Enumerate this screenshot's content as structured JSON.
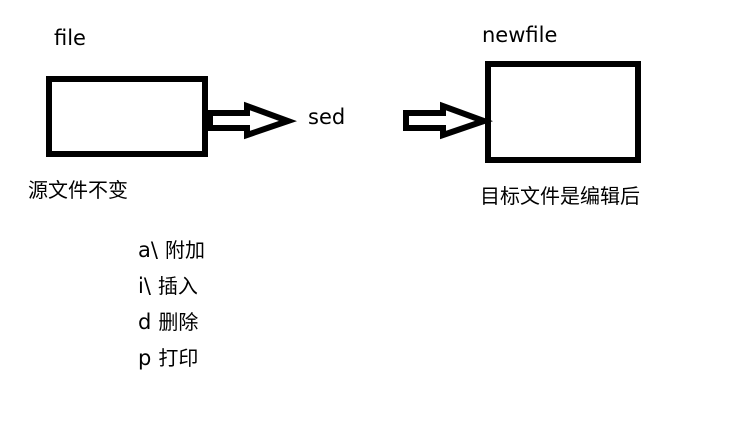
{
  "page": {
    "kind": "sed-workflow-diagram",
    "background_color": "#ffffff",
    "ink_color": "#000000"
  },
  "source_file": {
    "title": "file",
    "caption": "源文件不变",
    "box_fill": "#ffffff",
    "box_stroke": "#000000"
  },
  "process": {
    "label": "sed",
    "arrow_in_name": "block-arrow-right-icon",
    "arrow_out_name": "block-arrow-right-icon"
  },
  "target_file": {
    "title": "newfile",
    "caption": "目标文件是编辑后",
    "box_fill": "#ffffff",
    "box_stroke": "#000000"
  },
  "commands": {
    "items": [
      {
        "code": "a\\",
        "desc": "附加"
      },
      {
        "code": "i\\",
        "desc": "插入"
      },
      {
        "code": "d",
        "desc": "删除"
      },
      {
        "code": "p",
        "desc": "打印"
      }
    ]
  }
}
